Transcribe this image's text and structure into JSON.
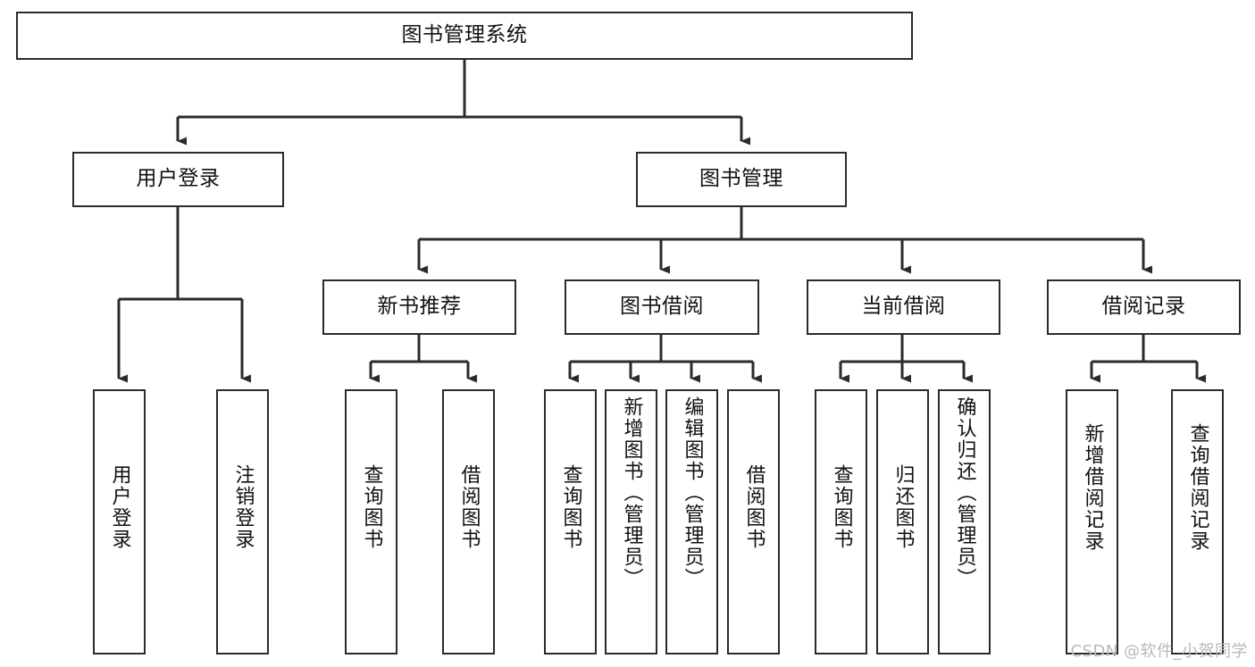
{
  "diagram": {
    "type": "tree-hierarchy",
    "title": "图书管理系统",
    "watermark": "CSDN @软件_小贺同学",
    "colors": {
      "stroke": "#2b2b2b",
      "box_fill": "#ffffff",
      "text": "#111111",
      "watermark": "#b9b9b9",
      "background": "#ffffff"
    },
    "nodes": {
      "root": {
        "label": "图书管理系统"
      },
      "level2": [
        {
          "id": "user-login",
          "label": "用户登录"
        },
        {
          "id": "book-management",
          "label": "图书管理"
        }
      ],
      "level3": [
        {
          "id": "new-book-recommend",
          "label": "新书推荐"
        },
        {
          "id": "book-borrow",
          "label": "图书借阅"
        },
        {
          "id": "current-borrow",
          "label": "当前借阅"
        },
        {
          "id": "borrow-record",
          "label": "借阅记录"
        }
      ],
      "leaves": {
        "user_login": [
          {
            "id": "leaf-user-login",
            "label": "用户登录"
          },
          {
            "id": "leaf-logout-login",
            "label": "注销登录"
          }
        ],
        "new_book_recommend": [
          {
            "id": "leaf-query-book-1",
            "label": "查询图书"
          },
          {
            "id": "leaf-borrow-book-1",
            "label": "借阅图书"
          }
        ],
        "book_borrow": [
          {
            "id": "leaf-query-book-2",
            "label": "查询图书"
          },
          {
            "id": "leaf-add-book",
            "label": "新增图书（管理员）"
          },
          {
            "id": "leaf-edit-book",
            "label": "编辑图书（管理员）"
          },
          {
            "id": "leaf-borrow-book-2",
            "label": "借阅图书"
          }
        ],
        "current_borrow": [
          {
            "id": "leaf-query-book-3",
            "label": "查询图书"
          },
          {
            "id": "leaf-return-book",
            "label": "归还图书"
          },
          {
            "id": "leaf-confirm-return",
            "label": "确认归还（管理员）"
          }
        ],
        "borrow_record": [
          {
            "id": "leaf-add-record",
            "label": "新增借阅记录"
          },
          {
            "id": "leaf-query-record",
            "label": "查询借阅记录"
          }
        ]
      }
    },
    "edges": [
      {
        "from": "图书管理系统",
        "to": "用户登录"
      },
      {
        "from": "图书管理系统",
        "to": "图书管理"
      },
      {
        "from": "用户登录",
        "to": "用户登录"
      },
      {
        "from": "用户登录",
        "to": "注销登录"
      },
      {
        "from": "图书管理",
        "to": "新书推荐"
      },
      {
        "from": "图书管理",
        "to": "图书借阅"
      },
      {
        "from": "图书管理",
        "to": "当前借阅"
      },
      {
        "from": "图书管理",
        "to": "借阅记录"
      },
      {
        "from": "新书推荐",
        "to": "查询图书"
      },
      {
        "from": "新书推荐",
        "to": "借阅图书"
      },
      {
        "from": "图书借阅",
        "to": "查询图书"
      },
      {
        "from": "图书借阅",
        "to": "新增图书（管理员）"
      },
      {
        "from": "图书借阅",
        "to": "编辑图书（管理员）"
      },
      {
        "from": "图书借阅",
        "to": "借阅图书"
      },
      {
        "from": "当前借阅",
        "to": "查询图书"
      },
      {
        "from": "当前借阅",
        "to": "归还图书"
      },
      {
        "from": "当前借阅",
        "to": "确认归还（管理员）"
      },
      {
        "from": "借阅记录",
        "to": "新增借阅记录"
      },
      {
        "from": "借阅记录",
        "to": "查询借阅记录"
      }
    ]
  }
}
